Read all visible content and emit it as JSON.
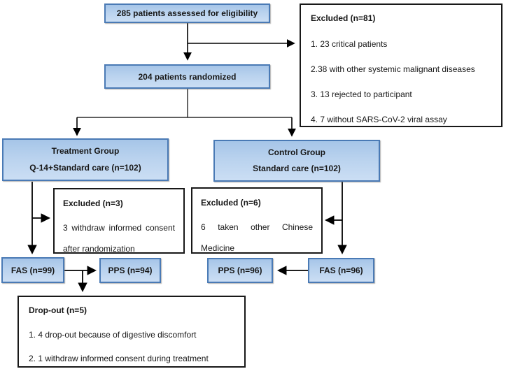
{
  "colors": {
    "node_fill_top": "#a6c5e8",
    "node_fill_bottom": "#cbdef4",
    "node_border": "#4a7ab5",
    "plain_border": "#181818",
    "text": "#171717",
    "arrow": "#000000"
  },
  "boxes": {
    "eligibility": {
      "label": "285 patients assessed for eligibility"
    },
    "randomized": {
      "label": "204 patients randomized"
    },
    "excluded_main": {
      "title": "Excluded (n=81)",
      "items": [
        "1. 23 critical patients",
        "2.38 with other systemic malignant diseases",
        "3. 13 rejected to participant",
        "4. 7 without SARS-CoV-2 viral assay"
      ]
    },
    "treatment_group": {
      "line1": "Treatment Group",
      "line2": "Q-14+Standard care (n=102)"
    },
    "control_group": {
      "line1": "Control Group",
      "line2": "Standard care (n=102)"
    },
    "excluded_treatment": {
      "title": "Excluded (n=3)",
      "body": "3 withdraw informed consent after randomization"
    },
    "excluded_control": {
      "title": "Excluded (n=6)",
      "body": "6 taken other Chinese Medicine"
    },
    "fas_treatment": {
      "label": "FAS (n=99)"
    },
    "pps_treatment": {
      "label": "PPS (n=94)"
    },
    "pps_control": {
      "label": "PPS (n=96)"
    },
    "fas_control": {
      "label": "FAS (n=96)"
    },
    "dropout": {
      "title": "Drop-out (n=5)",
      "items": [
        "1. 4 drop-out because of digestive discomfort",
        "2. 1 withdraw informed consent during treatment"
      ]
    }
  }
}
